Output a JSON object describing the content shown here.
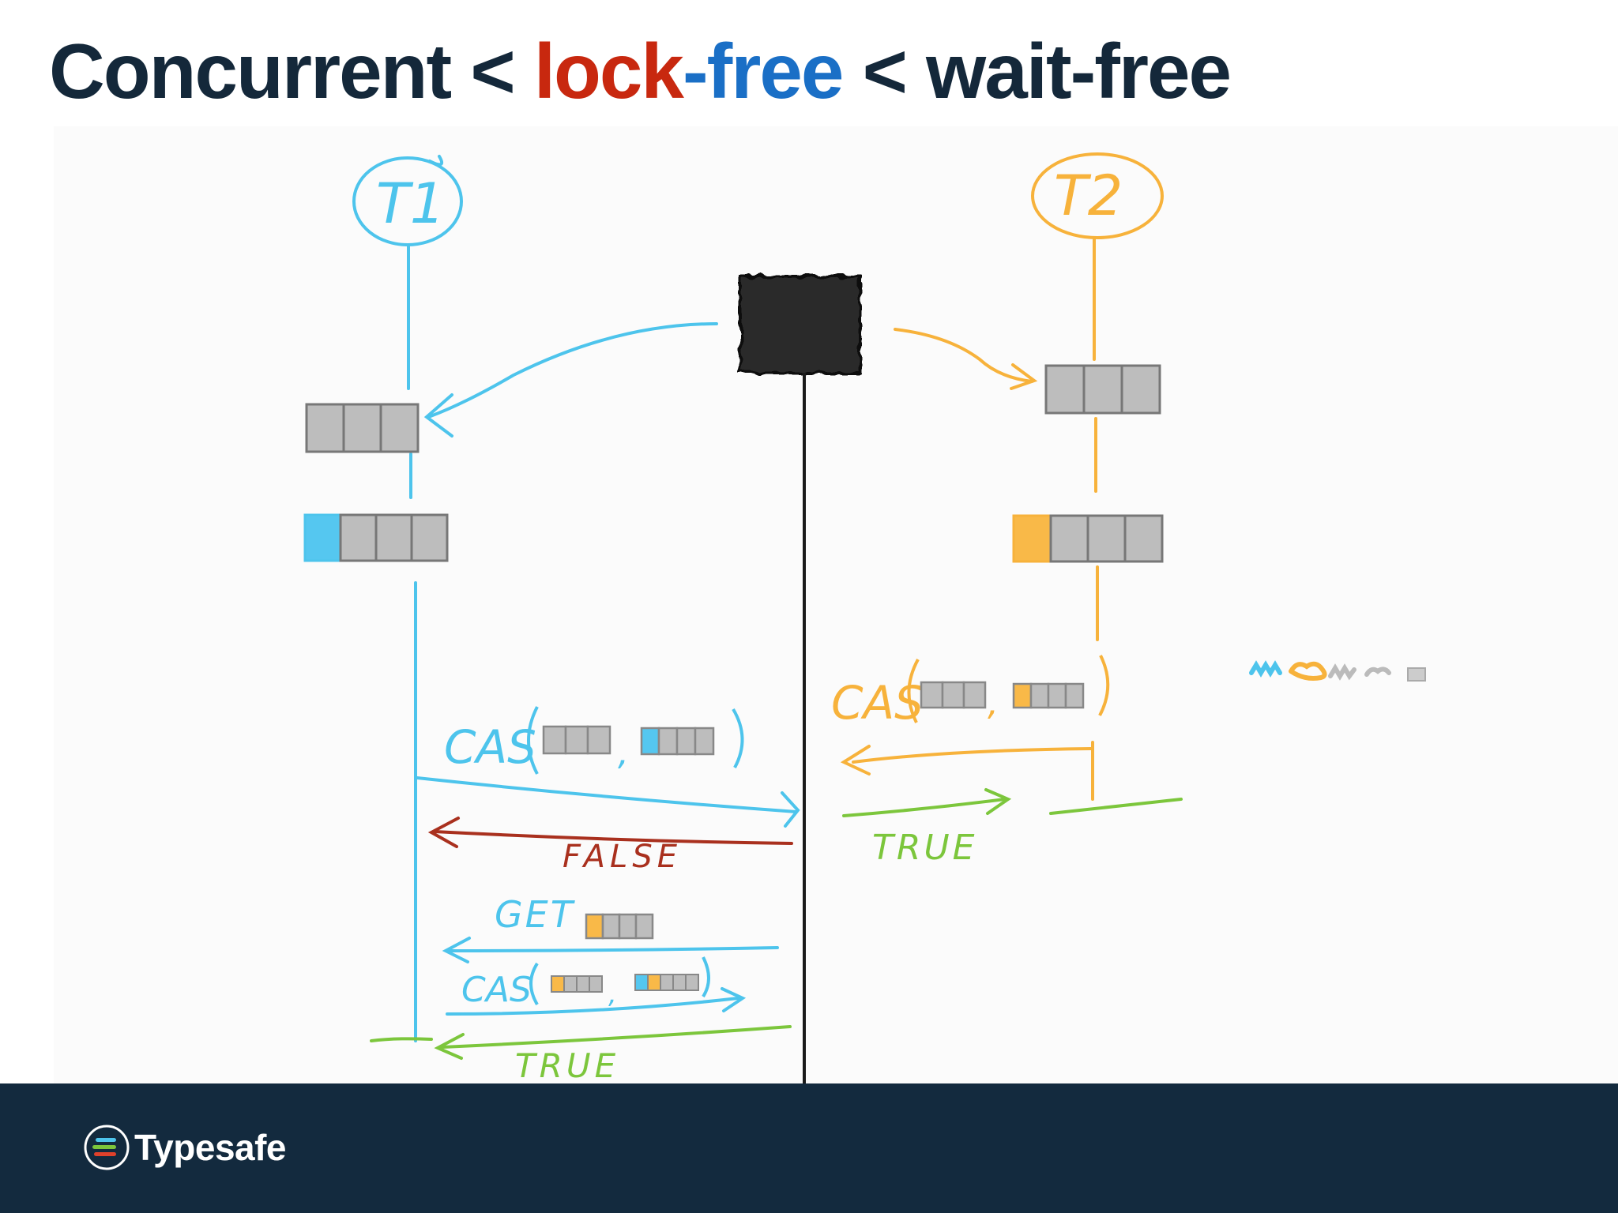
{
  "title": {
    "part1": "Concurrent < ",
    "lock": "lock",
    "dash": "-",
    "free": "free",
    "part2": " < wait-free"
  },
  "colors": {
    "title_dark": "#14283a",
    "lock_red": "#c8280f",
    "free_blue": "#1a6fc6",
    "thread1_blue": "#4dc4ec",
    "thread2_orange": "#f7b23b",
    "true_green": "#7cc63c",
    "false_red": "#a9301e",
    "cell_gray": "#b9b9b9",
    "footer_bg": "#132a3e"
  },
  "diagram": {
    "thread1_label": "T1",
    "thread2_label": "T2",
    "cas_label": "CAS",
    "false_label": "FALSE",
    "true_label": "TRUE",
    "get_label": "GET",
    "comma": ","
  },
  "footer": {
    "logo_text": "Typesafe",
    "logo_icon": "typesafe-logo-icon"
  }
}
